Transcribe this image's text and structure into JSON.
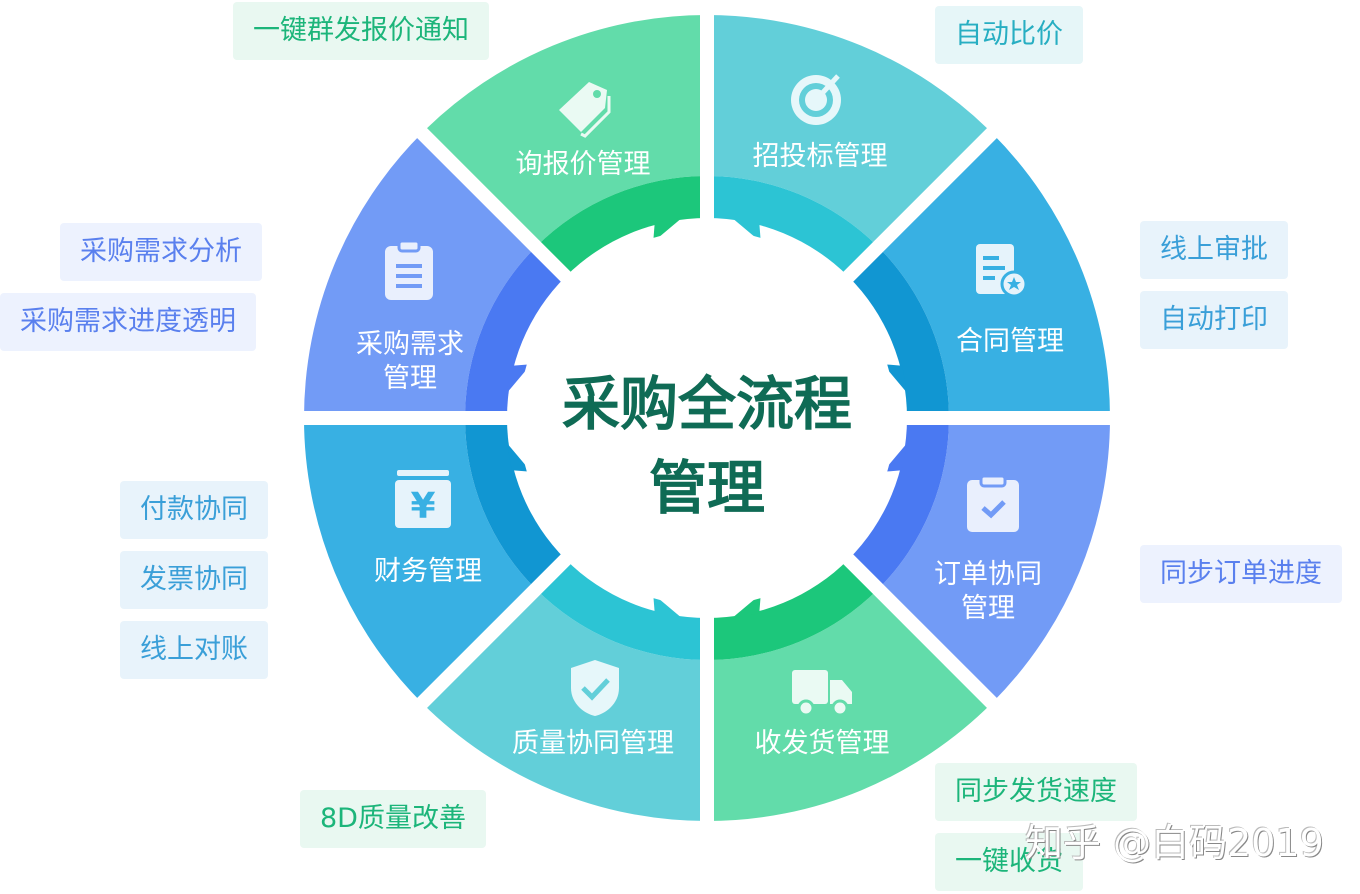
{
  "center_title": [
    "采购全流程",
    "管理"
  ],
  "segments": [
    {
      "label": "招投标管理",
      "icon": "target-icon",
      "color": "#62cfd9",
      "inner_color": "#2cc4d4"
    },
    {
      "label": "合同管理",
      "icon": "contract-icon",
      "color": "#38b0e3",
      "inner_color": "#1196d2"
    },
    {
      "label": "订单协同\n管理",
      "icon": "clipboard-check-icon",
      "color": "#729bf6",
      "inner_color": "#4a79f2"
    },
    {
      "label": "收发货管理",
      "icon": "truck-icon",
      "color": "#62dcaa",
      "inner_color": "#1cc77b"
    },
    {
      "label": "质量协同管理",
      "icon": "shield-check-icon",
      "color": "#62cfd9",
      "inner_color": "#2cc4d4"
    },
    {
      "label": "财务管理",
      "icon": "yen-icon",
      "color": "#38b0e3",
      "inner_color": "#1196d2"
    },
    {
      "label": "采购需求\n管理",
      "icon": "clipboard-list-icon",
      "color": "#729bf6",
      "inner_color": "#4a79f2"
    },
    {
      "label": "询报价管理",
      "icon": "price-tag-icon",
      "color": "#62dcaa",
      "inner_color": "#1cc77b"
    }
  ],
  "tags": {
    "inquiry": [
      "一键群发报价通知"
    ],
    "bidding": [
      "自动比价"
    ],
    "contract": [
      "线上审批",
      "自动打印"
    ],
    "order": [
      "同步订单进度"
    ],
    "delivery": [
      "同步发货速度",
      "一键收货"
    ],
    "quality": [
      "8D质量改善"
    ],
    "finance": [
      "付款协同",
      "发票协同",
      "线上对账"
    ],
    "demand": [
      "采购需求分析",
      "采购需求进度透明"
    ]
  },
  "watermark": "知乎 @白码2019",
  "colors": {
    "center_text": "#0f6b55"
  }
}
